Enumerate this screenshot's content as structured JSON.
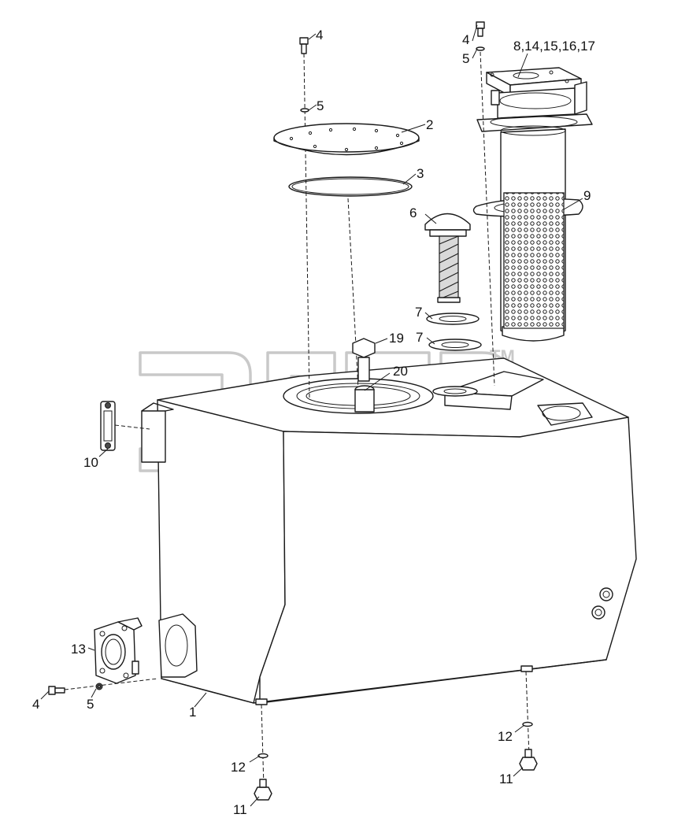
{
  "watermark": {
    "text": "элер",
    "mark": "TM"
  },
  "callouts": {
    "c1": "1",
    "c2": "2",
    "c3": "3",
    "c4_lid": "4",
    "c5_lid": "5",
    "c4_filter": "4",
    "c5_filter": "5",
    "c4_pump": "4",
    "c5_pump": "5",
    "c6": "6",
    "c7_upper": "7",
    "c7_lower": "7",
    "c8": "8,14,15,16,17",
    "c9": "9",
    "c10": "10",
    "c11_left": "11",
    "c11_right": "11",
    "c12_left": "12",
    "c12_right": "12",
    "c13": "13",
    "c19": "19",
    "c20": "20"
  }
}
